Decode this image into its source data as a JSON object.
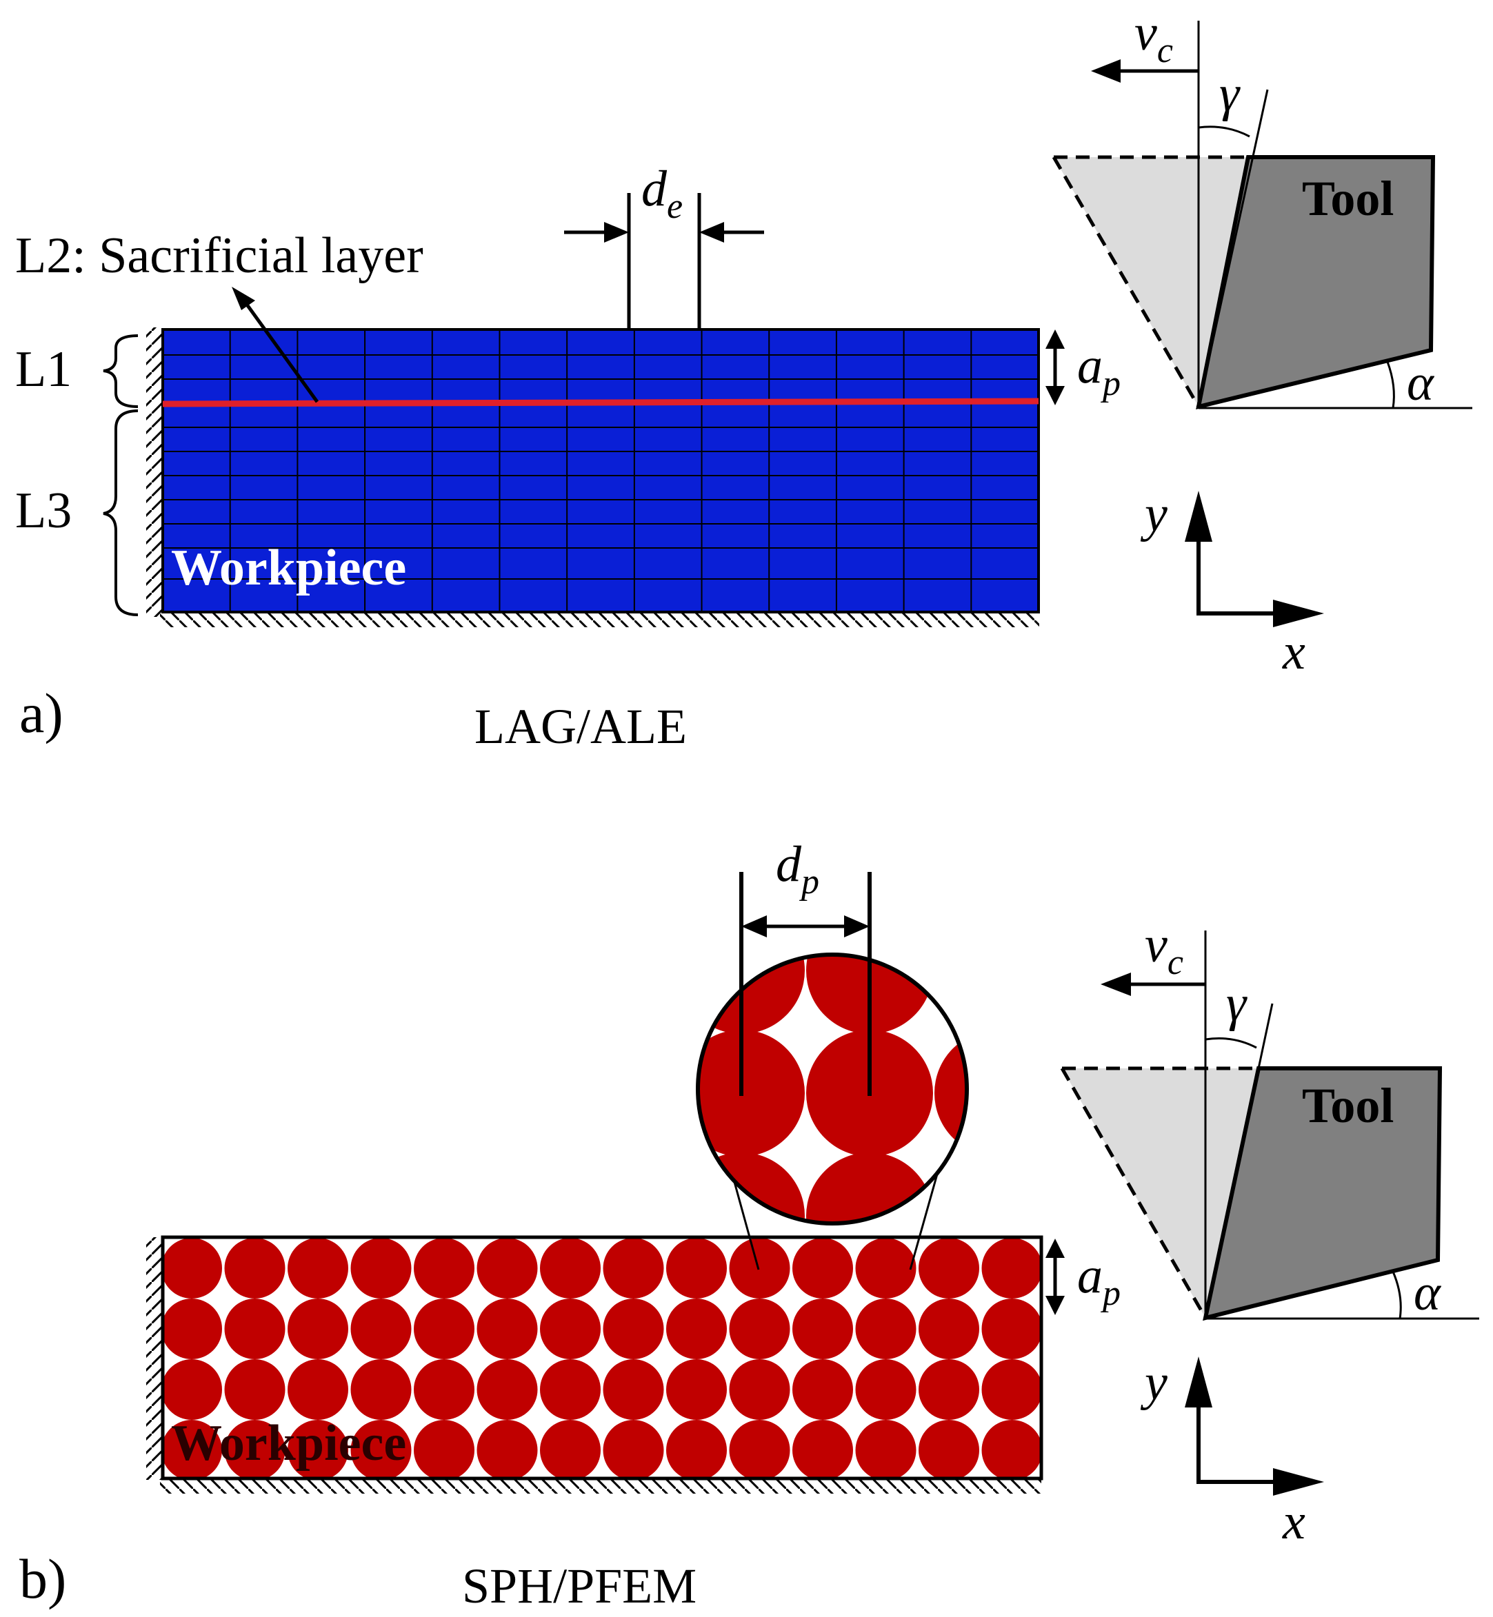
{
  "colors": {
    "mesh_fill": "#0a1fd6",
    "sacrificial_line": "#e0202a",
    "particle": "#c00000",
    "tool_dark": "#808080",
    "tool_light": "#dcdcdc"
  },
  "panel_a": {
    "panel_label": "a)",
    "caption": "LAG/ALE",
    "workpiece_label": "Workpiece",
    "tool_label": "Tool",
    "layer_l1": "L1",
    "layer_l3": "L3",
    "sacrificial_label": "L2: Sacrificial layer",
    "element_size": {
      "main": "d",
      "sub": "e"
    },
    "depth_of_cut": {
      "main": "a",
      "sub": "p"
    },
    "cutting_speed": {
      "main": "v",
      "sub": "c"
    },
    "rake_angle": "γ",
    "clearance_angle": "α",
    "axis_x": "x",
    "axis_y": "y",
    "icons": [
      "fixed-support-icon",
      "double-arrow-icon",
      "axis-arrow-icon"
    ]
  },
  "panel_b": {
    "panel_label": "b)",
    "caption": "SPH/PFEM",
    "workpiece_label": "Workpiece",
    "tool_label": "Tool",
    "particle_size": {
      "main": "d",
      "sub": "p"
    },
    "depth_of_cut": {
      "main": "a",
      "sub": "p"
    },
    "cutting_speed": {
      "main": "v",
      "sub": "c"
    },
    "rake_angle": "γ",
    "clearance_angle": "α",
    "axis_x": "x",
    "axis_y": "y"
  }
}
